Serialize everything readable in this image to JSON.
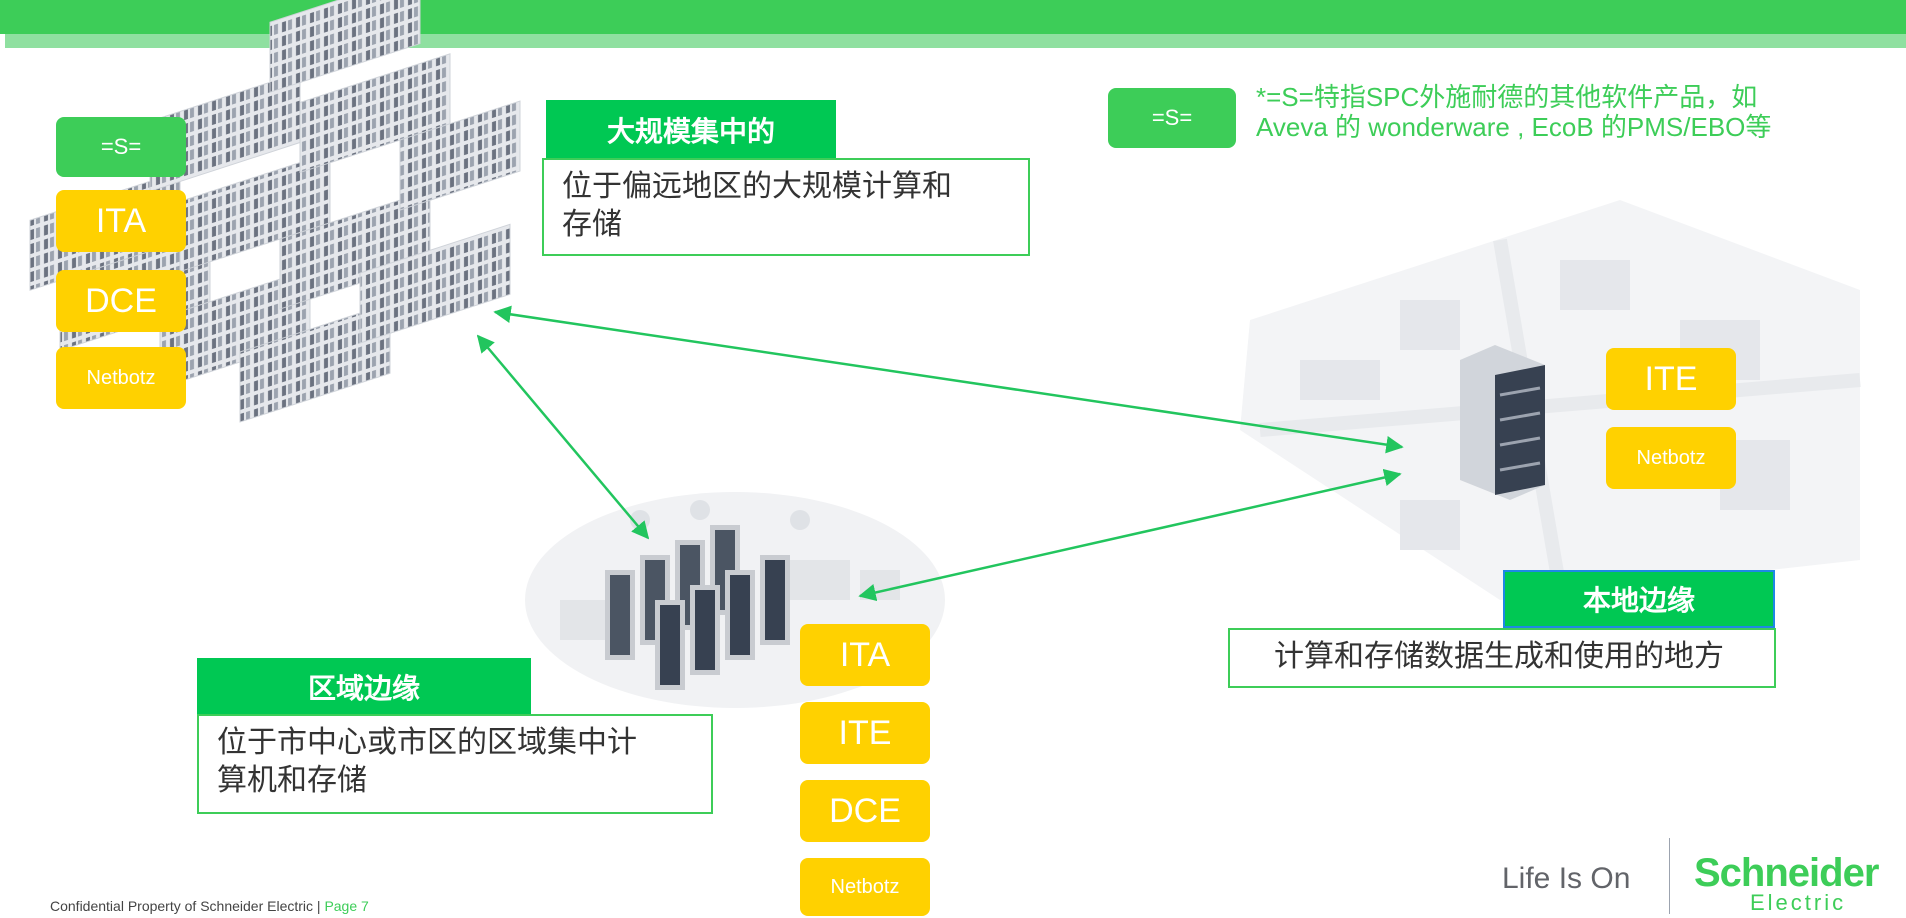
{
  "header": {
    "accent": "#3dcd58",
    "accent_light": "#8fe0a0"
  },
  "legend": {
    "tag": "=S=",
    "note_line1": "*=S=特指SPC外施耐德的其他软件产品，如",
    "note_line2": "Aveva 的 wonderware , EcoB 的PMS/EBO等"
  },
  "cloud": {
    "tags": [
      "=S=",
      "ITA",
      "DCE",
      "Netbotz"
    ],
    "title": "大规模集中的",
    "desc_line1": "位于偏远地区的大规模计算和",
    "desc_line2": "存储"
  },
  "regional": {
    "tags": [
      "ITA",
      "ITE",
      "DCE",
      "Netbotz"
    ],
    "title": "区域边缘",
    "desc_line1": "位于市中心或市区的区域集中计",
    "desc_line2": "算机和存储"
  },
  "local": {
    "tags": [
      "ITE",
      "Netbotz"
    ],
    "title": "本地边缘",
    "desc": "计算和存储数据生成和使用的地方"
  },
  "footer": {
    "confidential": "Confidential Property of Schneider Electric | ",
    "page": "Page 7",
    "slogan": "Life Is On",
    "brand_top": "Schneider",
    "brand_bottom": "Electric"
  },
  "colors": {
    "green": "#3dcd58",
    "yellow": "#ffd100",
    "title_green": "#00c853"
  },
  "icons": [
    "server-rack-icon",
    "city-map-icon",
    "arrow-icon",
    "power-icon"
  ]
}
